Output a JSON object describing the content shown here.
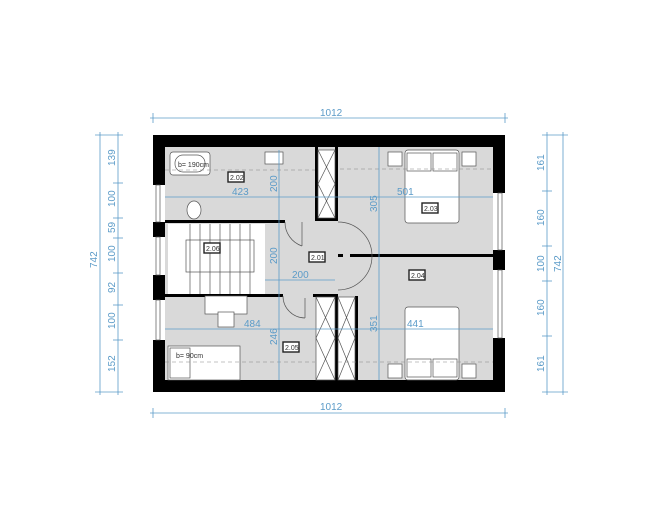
{
  "plan": {
    "overall_width_top": "1012",
    "overall_width_bottom": "1012",
    "overall_depth_left": "742",
    "overall_depth_right": "742",
    "left_chain": [
      "139",
      "100",
      "59",
      "100",
      "92",
      "100",
      "152"
    ],
    "right_chain": [
      "161",
      "160",
      "100",
      "160",
      "161"
    ],
    "inner_dims": {
      "bath_width": "423",
      "bath_depth": "200",
      "stair_depth": "200",
      "hall_width": "200",
      "bed205_width": "484",
      "bed205_depth": "246",
      "bed203_depth": "305",
      "bed203_width": "501",
      "bed204_depth": "351",
      "bed204_width": "441"
    },
    "rooms": {
      "bathroom": "2.02",
      "stairs": "2.06",
      "hall": "2.01",
      "bedroom_ne": "2.03",
      "bedroom_se": "2.04",
      "bedroom_sw": "2.05"
    },
    "bathtub_note": "b= 190cm",
    "bed_note": "b= 90cm"
  }
}
